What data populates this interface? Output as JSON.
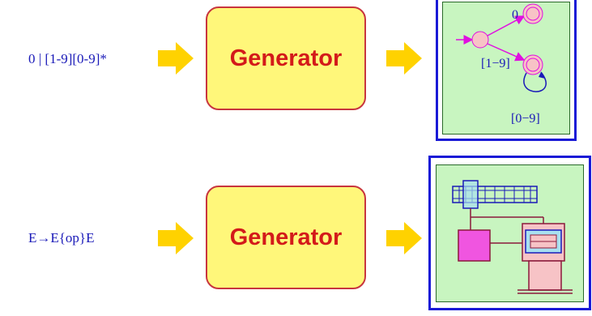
{
  "rows": [
    {
      "spec": "0 | [1-9][0-9]*",
      "generator_label": "Generator",
      "output": {
        "kind": "automaton",
        "edge_labels": [
          "0",
          "[1−9]",
          "[0−9]"
        ]
      }
    },
    {
      "spec": "E→E{op}E",
      "generator_label": "Generator",
      "output": {
        "kind": "parser-structure"
      }
    }
  ],
  "colors": {
    "arrow": "#ffd200",
    "generator_fill": "#fff77a",
    "generator_border": "#c8353e",
    "generator_text": "#d31a1a",
    "frame_border": "#1a1ad6",
    "panel_fill": "#c8f5c0",
    "state_fill": "#f7c3c6",
    "edge": "#e010e0",
    "text": "#1a1ab8"
  }
}
